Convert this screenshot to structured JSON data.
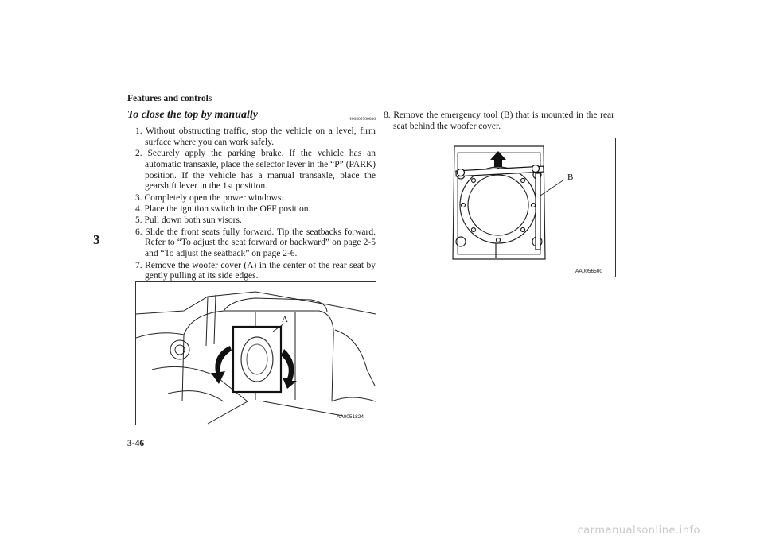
{
  "header": {
    "section": "Features and controls"
  },
  "chapter_tab": "3",
  "section": {
    "title": "To close the top by manually",
    "code": "N00505700036"
  },
  "steps": [
    "1. Without obstructing traffic, stop the vehicle on a level, firm surface where you can work safely.",
    "2. Securely apply the parking brake. If the vehicle has an automatic transaxle, place the selector lever in the “P” (PARK) position. If the vehicle has a manual transaxle, place the gearshift lever in the 1st position.",
    "3. Completely open the power windows.",
    "4. Place the ignition switch in the OFF position.",
    "5. Pull down both sun visors.",
    "6. Slide the front seats fully forward. Tip the seatbacks forward. Refer to “To adjust the seat forward or backward” on page 2-5 and “To adjust the seatback” on page 2-6.",
    "7. Remove the woofer cover (A) in the center of the rear seat by gently pulling at its side edges."
  ],
  "steps_right": [
    "8. Remove the emergency tool (B) that is mounted in the rear seat behind the woofer cover."
  ],
  "figure_left": {
    "label_a": "A",
    "code": "AA0051824"
  },
  "figure_right": {
    "label_b": "B",
    "code": "AA0056500"
  },
  "footer": {
    "page_number": "3-46"
  },
  "watermark": "carmanualsonline.info"
}
